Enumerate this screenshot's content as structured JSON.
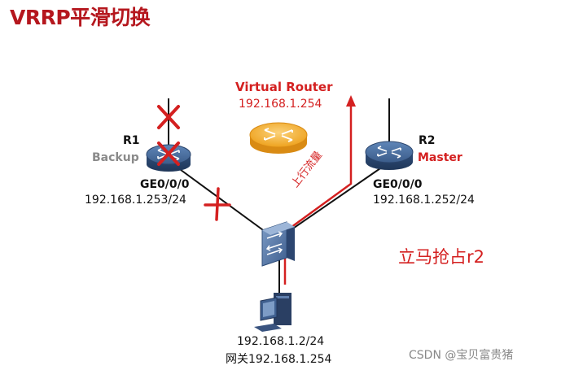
{
  "title": "VRRP平滑切换",
  "virtual_router": {
    "name": "Virtual Router",
    "ip": "192.168.1.254"
  },
  "r1": {
    "name": "R1",
    "role": "Backup",
    "port": "GE0/0/0",
    "ip": "192.168.1.253/24"
  },
  "r2": {
    "name": "R2",
    "role": "Master",
    "port": "GE0/0/0",
    "ip": "192.168.1.252/24"
  },
  "uplink_label": "上行流量",
  "host": {
    "ip": "192.168.1.2/24",
    "gateway": "网关192.168.1.254"
  },
  "preempt_note": "立马抢占r2",
  "watermark": "CSDN @宝贝富贵猪",
  "colors": {
    "title": "#b5171e",
    "accent_red": "#d42020",
    "role_gray": "#8a8a8a",
    "router_blue": "#3d5f8c",
    "virtual_orange": "#f0a320",
    "watermark": "#888888"
  },
  "icons": [
    "router-icon",
    "virtual-router-icon",
    "switch-icon",
    "pc-icon",
    "fail-cross-icon",
    "uplink-arrow-icon"
  ]
}
